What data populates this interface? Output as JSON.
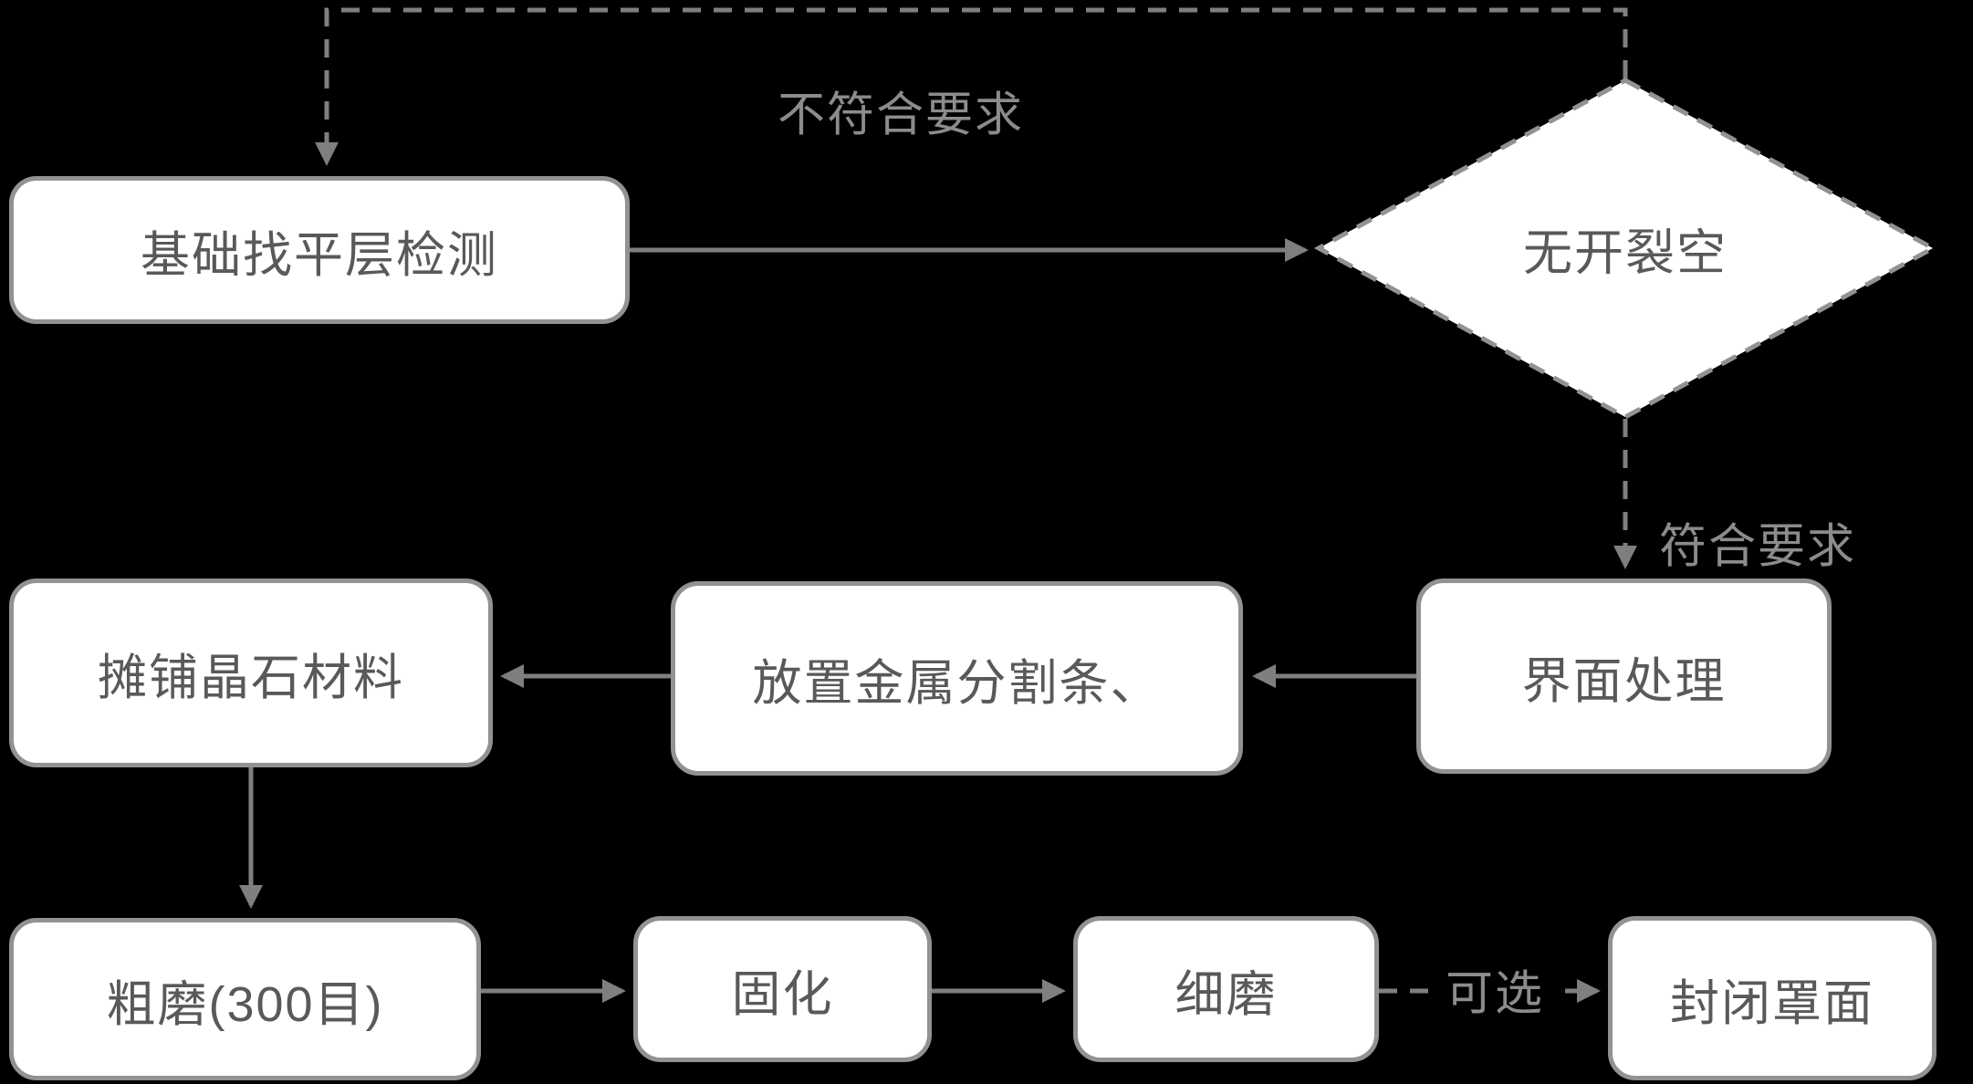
{
  "diagram": {
    "background_color": "#000000",
    "node_fill": "#ffffff",
    "node_border_color": "#929292",
    "node_text_color": "#595959",
    "edge_color": "#7f7f7f",
    "edge_label_color": "#8c8c8c",
    "nodes": {
      "base_check": {
        "label": "基础找平层检测",
        "shape": "rounded-rect"
      },
      "crack_decision": {
        "label": "无开裂空",
        "shape": "diamond-dashed"
      },
      "interface_treatment": {
        "label": "界面处理",
        "shape": "rounded-rect"
      },
      "metal_divider": {
        "label": "放置金属分割条、",
        "shape": "rounded-rect"
      },
      "spread_material": {
        "label": "摊铺晶石材料",
        "shape": "rounded-rect"
      },
      "rough_grind": {
        "label": "粗磨(300目)",
        "shape": "rounded-rect"
      },
      "cure": {
        "label": "固化",
        "shape": "rounded-rect"
      },
      "fine_grind": {
        "label": "细磨",
        "shape": "rounded-rect"
      },
      "seal_coat": {
        "label": "封闭罩面",
        "shape": "rounded-rect"
      }
    },
    "edge_labels": {
      "not_meet_requirement": "不符合要求",
      "meet_requirement": "符合要求",
      "optional": "可选"
    }
  }
}
